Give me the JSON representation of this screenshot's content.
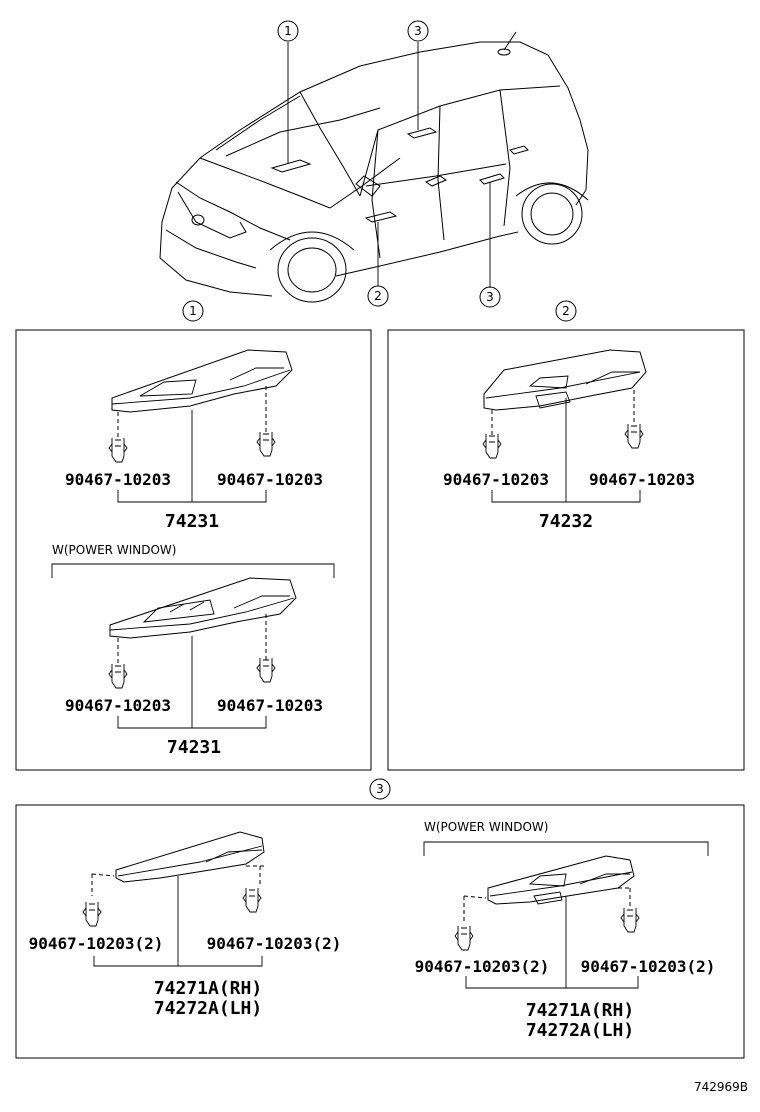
{
  "callouts": {
    "one": "1",
    "two": "2",
    "three": "3"
  },
  "panel1": {
    "clip_left": "90467-10203",
    "clip_right": "90467-10203",
    "part": "74231",
    "option_label": "W(POWER WINDOW)",
    "clip_left_2": "90467-10203",
    "clip_right_2": "90467-10203",
    "part_2": "74231"
  },
  "panel2": {
    "clip_left": "90467-10203",
    "clip_right": "90467-10203",
    "part": "74232"
  },
  "panel3": {
    "clip_left": "90467-10203(2)",
    "clip_right": "90467-10203(2)",
    "part_rh": "74271A(RH)",
    "part_lh": "74272A(LH)",
    "option_label": "W(POWER WINDOW)",
    "clip_left_2": "90467-10203(2)",
    "clip_right_2": "90467-10203(2)",
    "part_rh_2": "74271A(RH)",
    "part_lh_2": "74272A(LH)"
  },
  "diagram_id": "742969B"
}
